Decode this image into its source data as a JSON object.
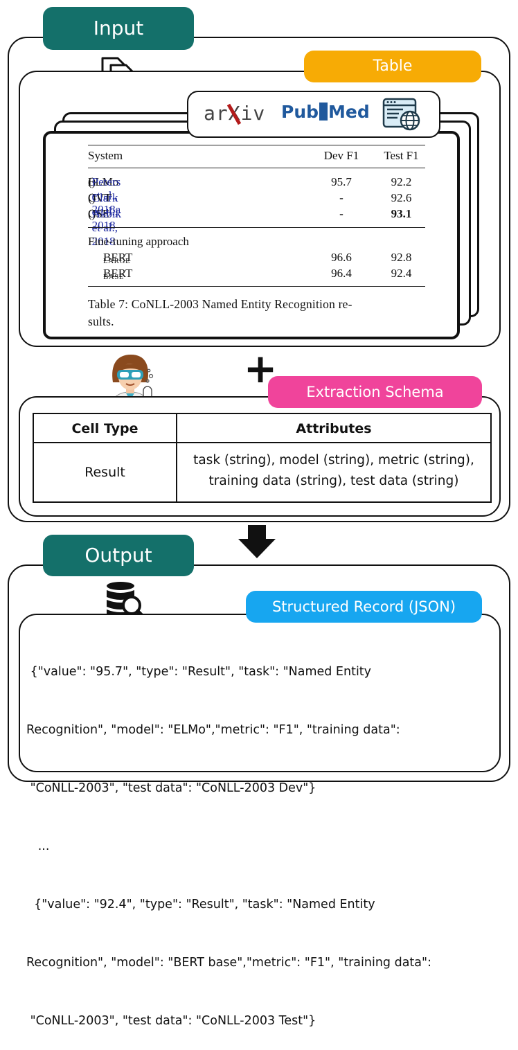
{
  "input_section": {
    "label": "Input"
  },
  "table_badge": "Table",
  "sources": {
    "arxiv": "arXiv",
    "pubmed_left": "Pub",
    "pubmed_right": "Med"
  },
  "paper_table": {
    "headers": [
      "System",
      "Dev F1",
      "Test F1"
    ],
    "rows": [
      {
        "system": "ELMo",
        "citation": "Peters et al., 2018a",
        "dev": "95.7",
        "test": "92.2",
        "bold_test": false
      },
      {
        "system": "CVT",
        "citation": "Clark et al., 2018",
        "dev": "-",
        "test": "92.6",
        "bold_test": false
      },
      {
        "system": "CSE",
        "citation": "Akbik et al., 2018",
        "dev": "-",
        "test": "93.1",
        "bold_test": true
      }
    ],
    "group_label": "Fine-tuning approach",
    "bert_rows": [
      {
        "name": "BERT",
        "sub": "LARGE",
        "dev": "96.6",
        "test": "92.8"
      },
      {
        "name": "BERT",
        "sub": "BASE",
        "dev": "96.4",
        "test": "92.4"
      }
    ],
    "caption_line1": "Table 7: CoNLL-2003 Named Entity Recognition re-",
    "caption_line2": "sults."
  },
  "plus_symbol": "+",
  "schema_badge": "Extraction Schema",
  "schema_table": {
    "headers": [
      "Cell Type",
      "Attributes"
    ],
    "cell_type": "Result",
    "attributes_line1": "task (string), model (string), metric (string),",
    "attributes_line2": "training data (string), test data (string)"
  },
  "output_section": {
    "label": "Output"
  },
  "record_badge": "Structured Record (JSON)",
  "json_lines": [
    " {\"value\": \"95.7\", \"type\": \"Result\", \"task\": \"Named Entity",
    "Recognition\", \"model\": \"ELMo\",\"metric\": \"F1\", \"training data\":",
    " \"CoNLL-2003\", \"test data\": \"CoNLL-2003 Dev\"}",
    "   ...",
    "  {\"value\": \"92.4\", \"type\": \"Result\", \"task\": \"Named Entity",
    "Recognition\", \"model\": \"BERT base\",\"metric\": \"F1\", \"training data\":",
    " \"CoNLL-2003\", \"test data\": \"CoNLL-2003 Test\"}"
  ],
  "colors": {
    "input_green": "#14706a",
    "table_orange": "#f7ab05",
    "schema_pink": "#f0449b",
    "record_blue": "#17a6f0",
    "citation_blue": "#1f2aa0",
    "arxiv_red": "#b31b1b",
    "pubmed_blue": "#20599d"
  }
}
